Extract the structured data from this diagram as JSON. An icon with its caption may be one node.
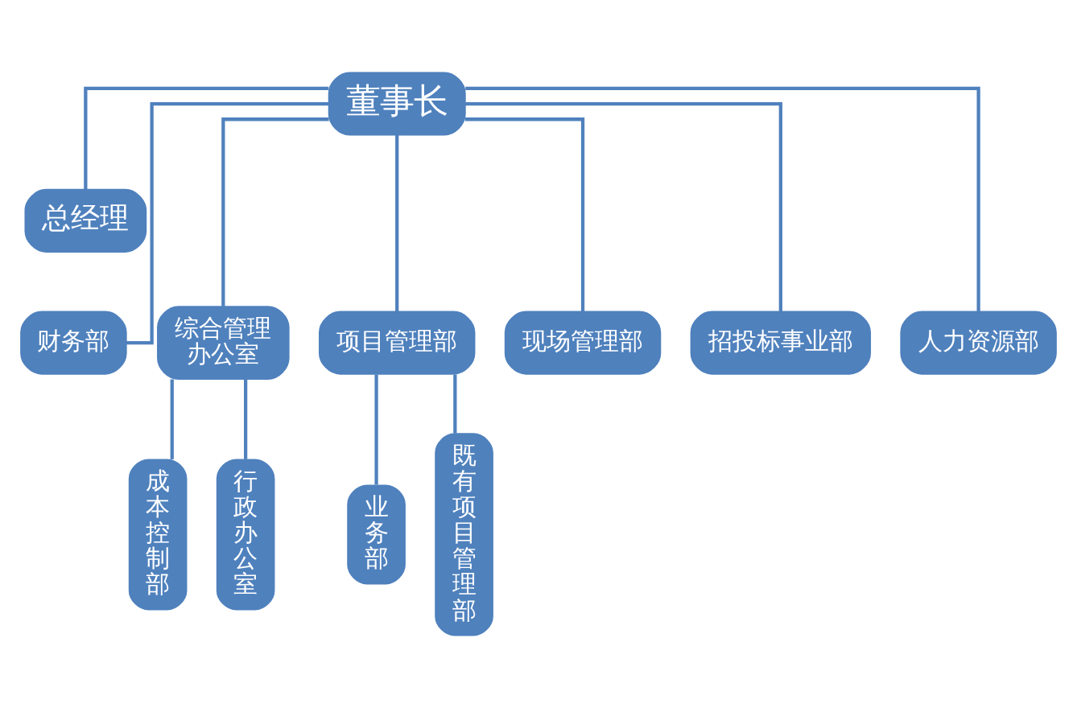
{
  "diagram": {
    "nodes": [
      {
        "text": [
          "董事长"
        ]
      },
      {
        "text": [
          "总经理"
        ]
      },
      {
        "text": [
          "财务部"
        ]
      },
      {
        "text": [
          "综合管理办公室"
        ]
      },
      {
        "text": [
          "项目管理部"
        ]
      },
      {
        "text": [
          "现场管理部"
        ]
      },
      {
        "text": [
          "招投标事业部"
        ]
      },
      {
        "text": [
          "人力资源部"
        ]
      },
      {
        "text": [
          "成本控制部"
        ]
      },
      {
        "text": [
          "行政办公室"
        ]
      },
      {
        "text": [
          "业务部"
        ]
      },
      {
        "text": [
          "既有项目管理部"
        ]
      }
    ],
    "edges": [
      {
        "from": 0,
        "to": 1,
        "arrow": "none"
      },
      {
        "from": 0,
        "to": 2,
        "arrow": "none"
      },
      {
        "from": 0,
        "to": 3,
        "arrow": "none"
      },
      {
        "from": 0,
        "to": 4,
        "arrow": "none"
      },
      {
        "from": 0,
        "to": 5,
        "arrow": "none"
      },
      {
        "from": 0,
        "to": 6,
        "arrow": "none"
      },
      {
        "from": 0,
        "to": 7,
        "arrow": "none"
      },
      {
        "from": 3,
        "to": 8,
        "arrow": "none"
      },
      {
        "from": 3,
        "to": 9,
        "arrow": "none"
      },
      {
        "from": 4,
        "to": 10,
        "arrow": "none"
      },
      {
        "from": 4,
        "to": 11,
        "arrow": "none"
      }
    ]
  }
}
